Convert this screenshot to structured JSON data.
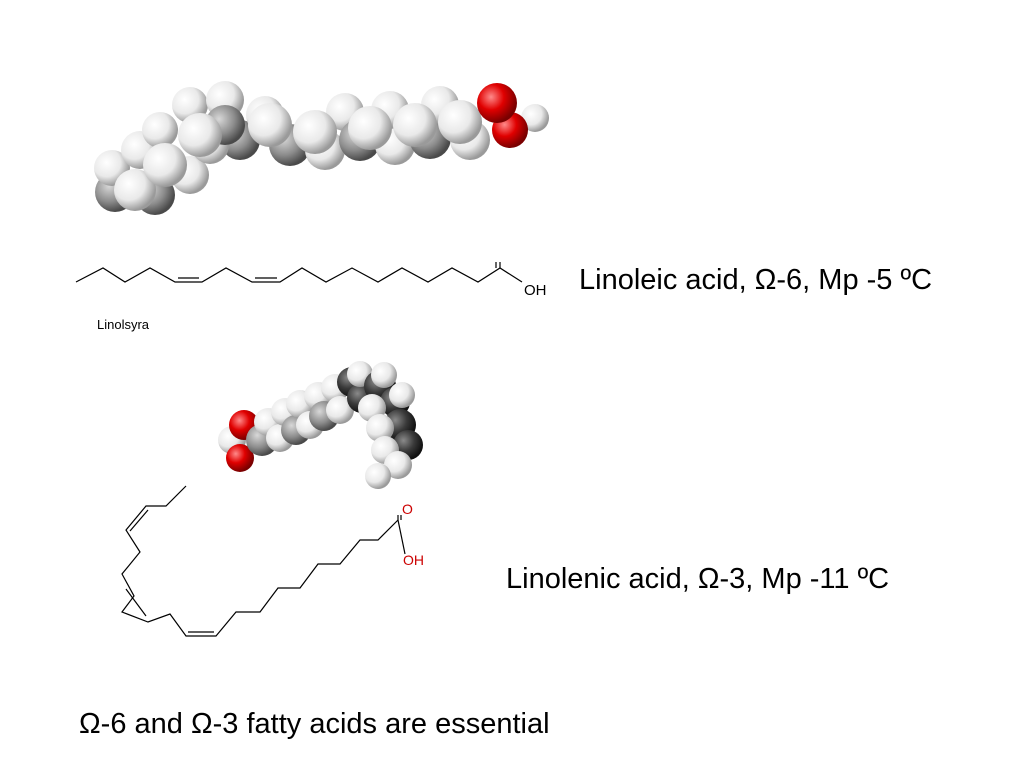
{
  "linoleic": {
    "caption": "Linoleic acid, Ω-6, Mp -5 ºC",
    "skeleton_label": "Linolsyra",
    "oh_label": "OH"
  },
  "linolenic": {
    "caption": "Linolenic acid, Ω-3, Mp -11 ºC",
    "oh_label": "OH",
    "o_label": "O"
  },
  "footer": {
    "text": "Ω-6 and Ω-3 fatty acids are essential"
  },
  "colors": {
    "carbon_dark": "#3a3a3a",
    "carbon_light": "#9a9a9a",
    "hydrogen": "#f2f2f2",
    "oxygen": "#e00000",
    "label_red": "#cc0000"
  }
}
